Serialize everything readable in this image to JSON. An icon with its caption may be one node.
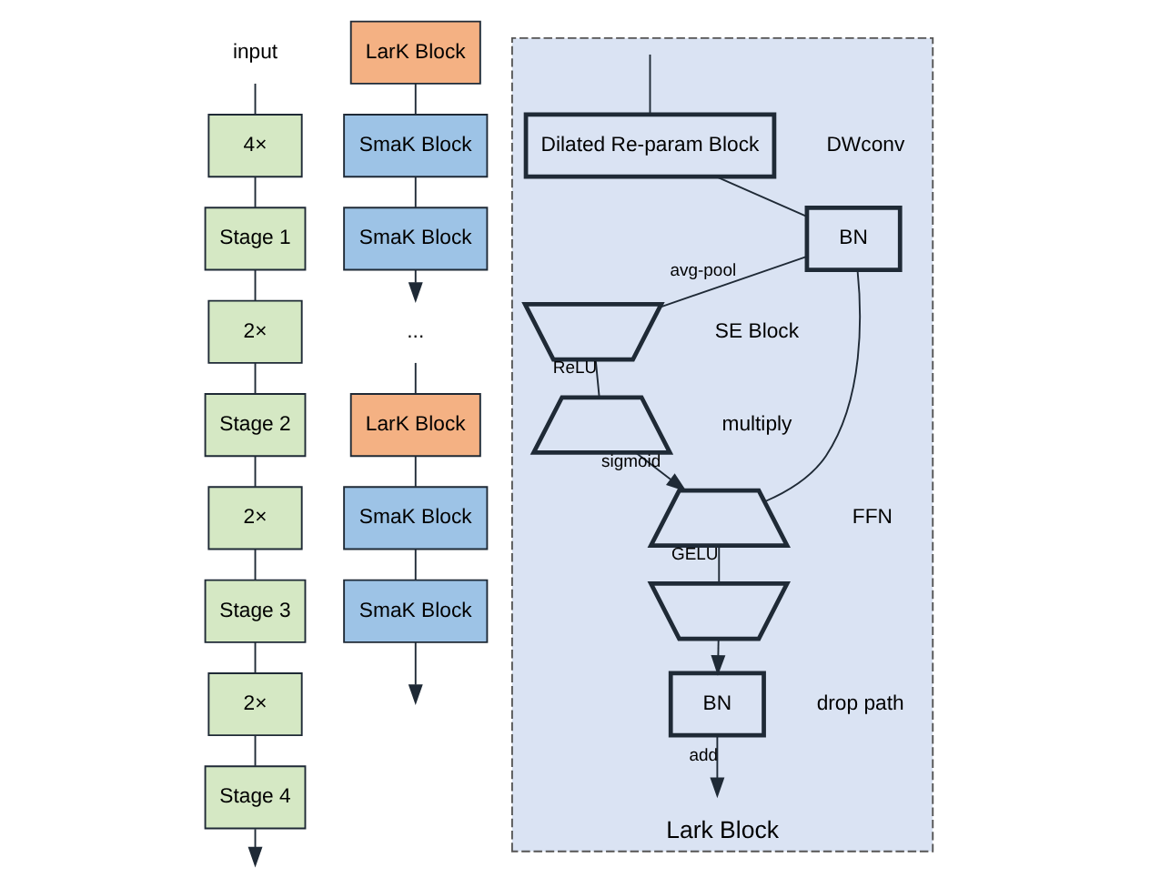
{
  "diagram": {
    "nodes": [
      {
        "text": [
          "input"
        ]
      },
      {
        "text": [
          "4×"
        ]
      },
      {
        "text": [
          "Stage 1"
        ]
      },
      {
        "text": [
          "2×"
        ]
      },
      {
        "text": [
          "Stage 2"
        ]
      },
      {
        "text": [
          "2×"
        ]
      },
      {
        "text": [
          "Stage 3"
        ]
      },
      {
        "text": [
          "2×"
        ]
      },
      {
        "text": [
          "Stage 4"
        ]
      },
      {
        "text": [
          "LarK Block"
        ]
      },
      {
        "text": [
          "SmaK Block"
        ]
      },
      {
        "text": [
          "SmaK Block"
        ]
      },
      {
        "text": [
          "..."
        ]
      },
      {
        "text": [
          "LarK Block"
        ]
      },
      {
        "text": [
          "SmaK Block"
        ]
      },
      {
        "text": [
          "SmaK Block"
        ]
      },
      {
        "text": [
          "Lark Block"
        ]
      },
      {
        "text": [
          "Dilated Re-param Block"
        ],
        "in": 16
      },
      {
        "text": [
          "BN"
        ],
        "in": 16
      },
      {
        "text": [],
        "shape": "trapezoid",
        "in": 16
      },
      {
        "text": [],
        "shape": "trapezoid",
        "in": 16
      },
      {
        "text": [],
        "shape": "trapezoid",
        "in": 16
      },
      {
        "text": [],
        "shape": "trapezoid",
        "in": 16
      },
      {
        "text": [
          "BN"
        ],
        "in": 16
      }
    ],
    "edges": [
      {
        "from": 0,
        "to": 1,
        "arrow": "none"
      },
      {
        "from": 1,
        "to": 2,
        "arrow": "none"
      },
      {
        "from": 2,
        "to": 3,
        "arrow": "none"
      },
      {
        "from": 3,
        "to": 4,
        "arrow": "none"
      },
      {
        "from": 4,
        "to": 5,
        "arrow": "none"
      },
      {
        "from": 5,
        "to": 6,
        "arrow": "none"
      },
      {
        "from": 6,
        "to": 7,
        "arrow": "none"
      },
      {
        "from": 7,
        "to": 8,
        "arrow": "none"
      },
      {
        "from": 8,
        "to": null,
        "arrow": "to"
      },
      {
        "from": 9,
        "to": 10,
        "arrow": "none"
      },
      {
        "from": 10,
        "to": 11,
        "arrow": "none"
      },
      {
        "from": 11,
        "to": 12,
        "arrow": "to"
      },
      {
        "from": 12,
        "to": 13,
        "arrow": "none"
      },
      {
        "from": 13,
        "to": 14,
        "arrow": "none"
      },
      {
        "from": 14,
        "to": 15,
        "arrow": "none"
      },
      {
        "from": 15,
        "to": null,
        "arrow": "to"
      },
      {
        "from": null,
        "to": 17,
        "arrow": "none"
      },
      {
        "from": 17,
        "to": 18,
        "arrow": "none"
      },
      {
        "from": 18,
        "to": 19,
        "arrow": "none",
        "label": "avg-pool"
      },
      {
        "from": 19,
        "to": 20,
        "arrow": "none",
        "label": "ReLU"
      },
      {
        "from": 20,
        "to": 21,
        "arrow": "to",
        "label": "sigmoid"
      },
      {
        "from": 18,
        "to": 21,
        "arrow": "none"
      },
      {
        "from": 21,
        "to": 22,
        "arrow": "none",
        "label": "GELU"
      },
      {
        "from": 22,
        "to": 23,
        "arrow": "to"
      },
      {
        "from": 23,
        "to": null,
        "arrow": "to",
        "label": "add"
      }
    ],
    "labels": [
      "DWconv",
      "SE Block",
      "multiply",
      "FFN",
      "drop path"
    ]
  }
}
